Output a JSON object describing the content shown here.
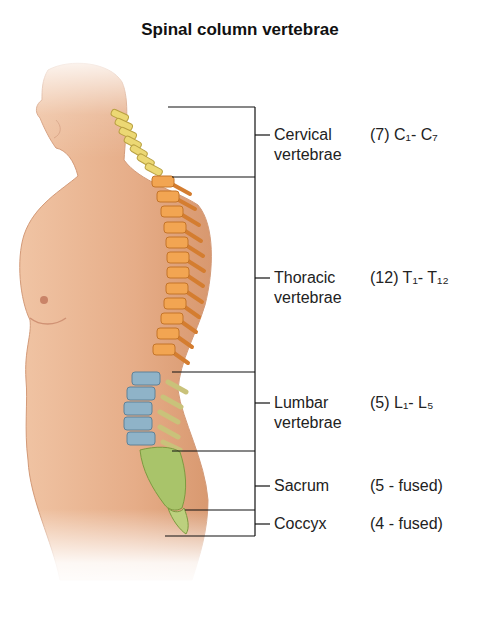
{
  "diagram": {
    "title": "Spinal column vertebrae",
    "labels": [
      "Cervical vertebrae",
      "(7) C₁- C₇",
      "Thoracic vertebrae",
      "(12) T₁- T₁₂",
      "Lumbar vertebrae",
      "(5) L₁- L₅",
      "Sacrum",
      "(5 - fused)",
      "Coccyx",
      "(4 - fused)"
    ]
  }
}
